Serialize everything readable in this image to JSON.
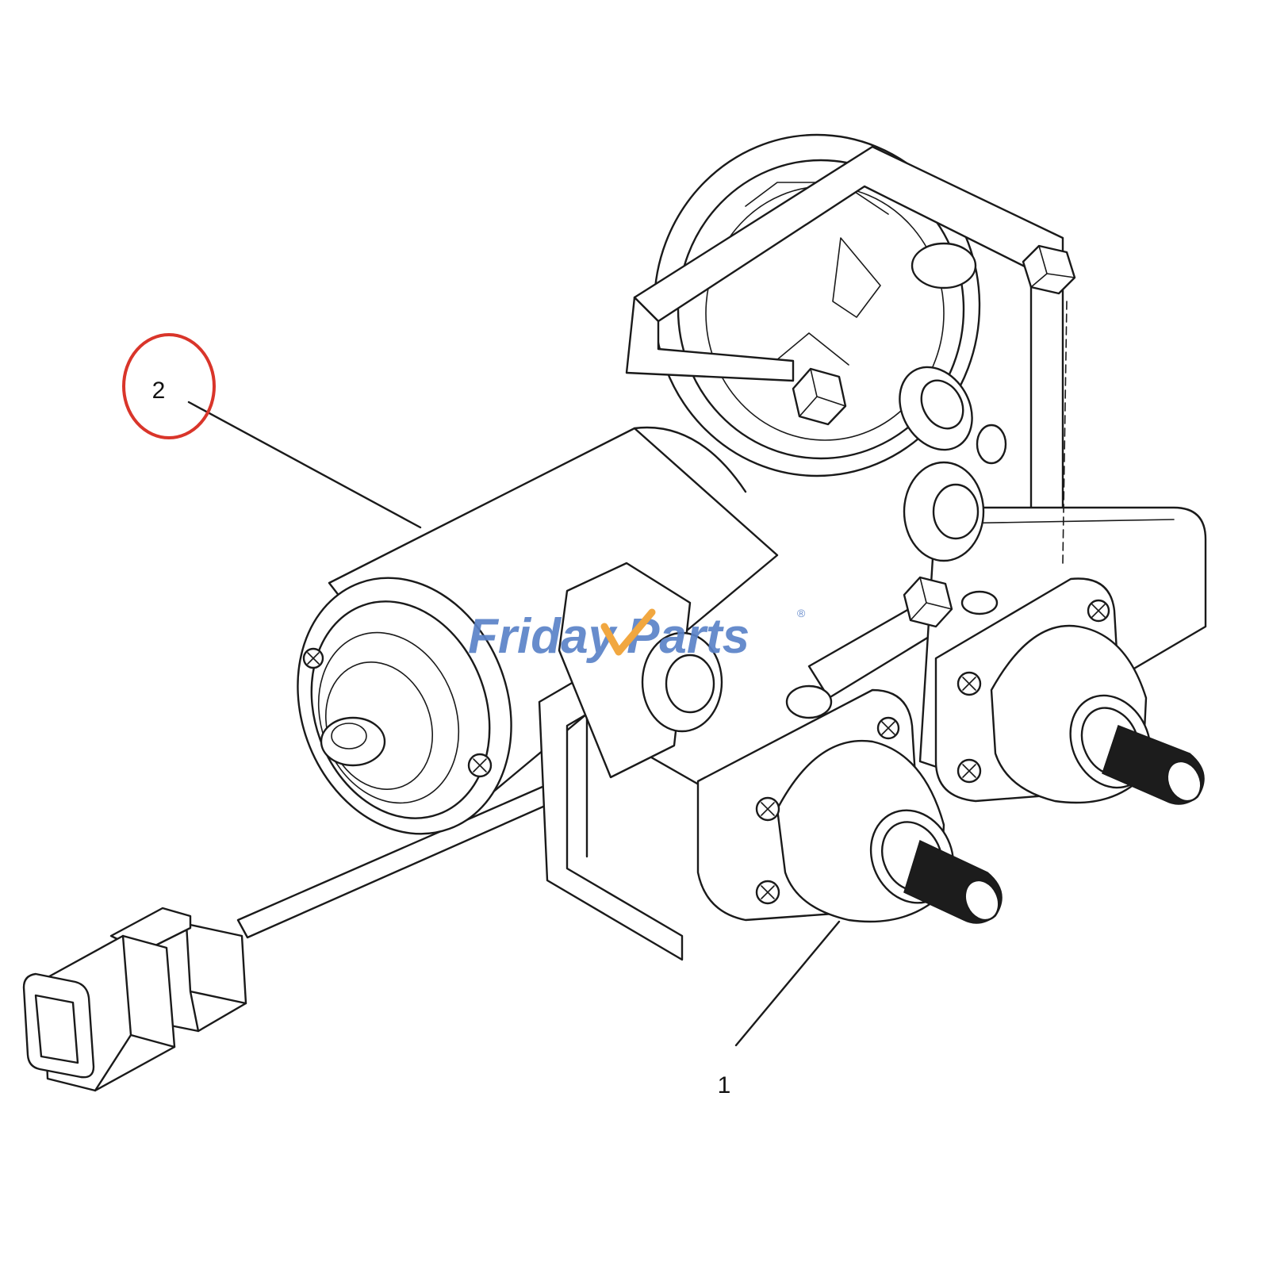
{
  "callouts": [
    {
      "number": "2",
      "highlighted": true
    },
    {
      "number": "1",
      "highlighted": false
    }
  ],
  "watermark": {
    "part1": "Friday",
    "part2": "Parts",
    "registered": "®",
    "color_main": "#5b83c8",
    "color_accent": "#f0a030"
  },
  "highlight_color": "#d9352a",
  "line_color": "#1a1a1a"
}
